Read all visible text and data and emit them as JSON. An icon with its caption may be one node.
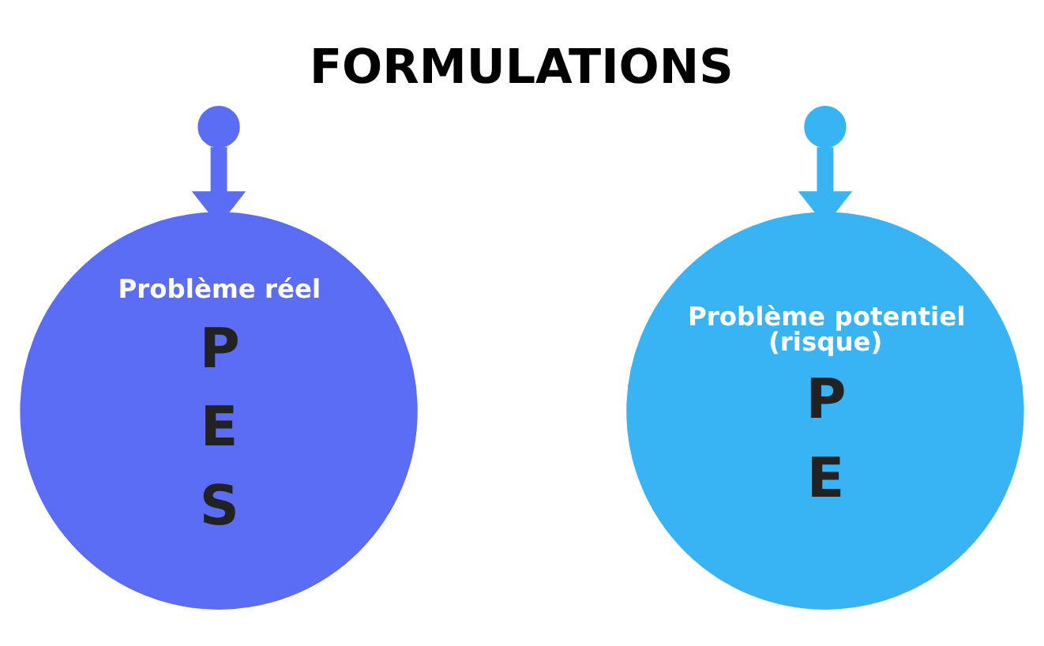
{
  "diagram": {
    "title": "FORMULATIONS",
    "nodes": [
      {
        "text": [],
        "shape": "circle"
      },
      {
        "text": [],
        "shape": "circle"
      },
      {
        "text": [
          "Problème réel",
          "P",
          "E",
          "S"
        ]
      },
      {
        "text": [
          "Problème potentiel (risque)",
          "P",
          "E"
        ]
      }
    ],
    "edges": [
      {
        "from": 0,
        "to": 2,
        "arrow": "to",
        "color": "#5b6cf5"
      },
      {
        "from": 1,
        "to": 3,
        "arrow": "to",
        "color": "#38b4f5"
      }
    ]
  }
}
